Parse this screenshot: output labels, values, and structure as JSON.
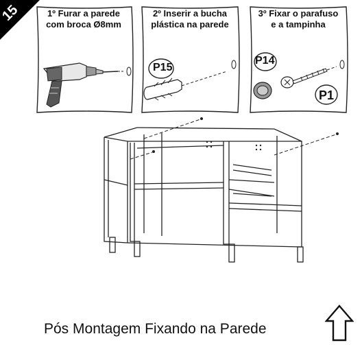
{
  "step": {
    "number": "15"
  },
  "panels": [
    {
      "title_line1": "1º Furar a parede",
      "title_line2": "com broca Ø8mm"
    },
    {
      "title_line1": "2º Inserir a bucha",
      "title_line2": "plástica na parede",
      "part_label": "P15"
    },
    {
      "title_line1": "3º Fixar o parafuso",
      "title_line2": "e a tampinha",
      "part_label_a": "P14",
      "part_label_b": "P1"
    }
  ],
  "caption": "Pós Montagem Fixando na Parede",
  "icons": {
    "direction": "up-arrow-icon",
    "drill": "drill-icon",
    "wall_plug": "wall-plug-icon",
    "screw": "screw-icon",
    "cap": "cap-icon"
  }
}
